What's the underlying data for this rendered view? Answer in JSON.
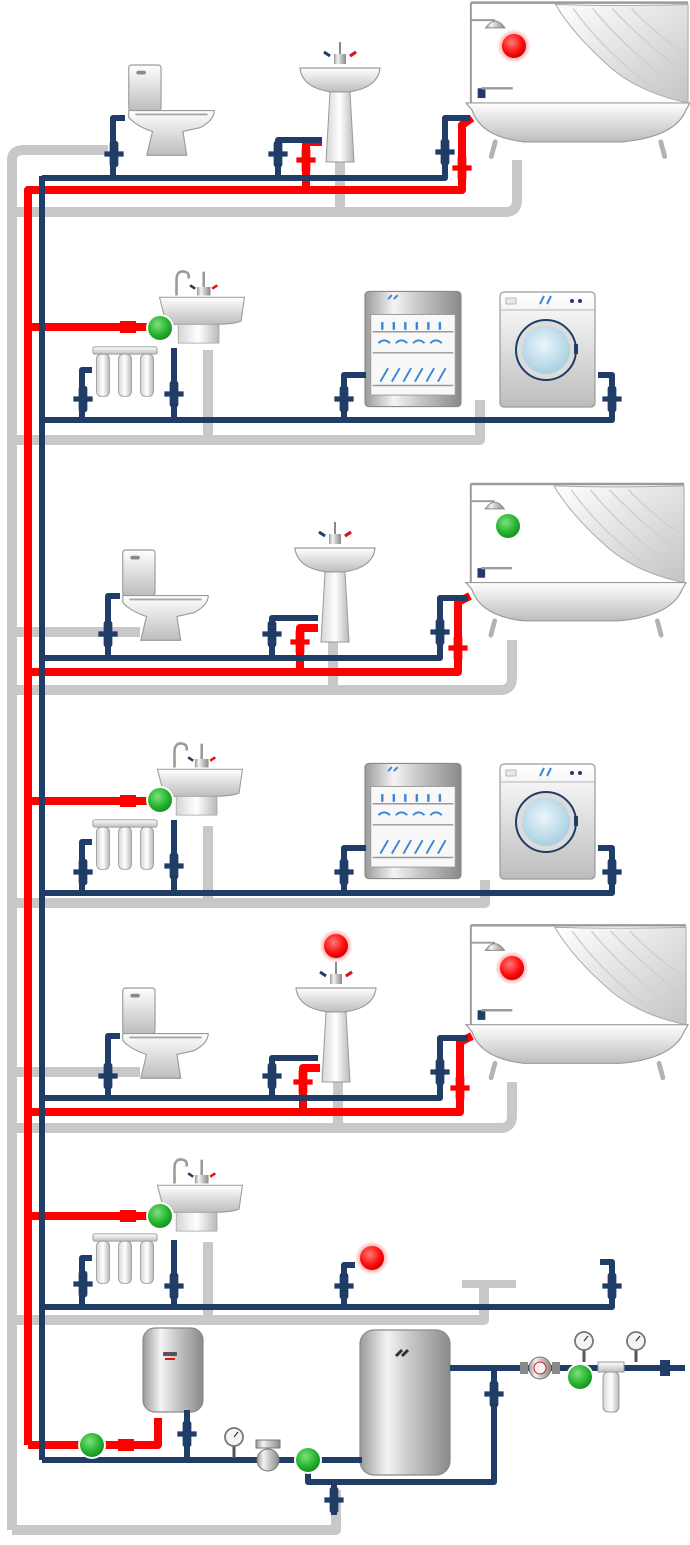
{
  "colors": {
    "cold_water": "#1f3d66",
    "hot_water": "#ff0000",
    "drain": "#c8c8c8",
    "sensor_ok": "#2ebd3a",
    "sensor_alarm": "#ff1a1a",
    "fixture_light": "#f2f2f2",
    "fixture_dark": "#b3b3b3",
    "accent": "#1a66cc"
  },
  "legend": [],
  "floors": [
    {
      "id": "floor-1",
      "room": "bathroom",
      "fixtures": [
        "toilet",
        "washbasin",
        "bathtub"
      ],
      "sensors": [
        {
          "location": "bathtub",
          "state": "alarm"
        }
      ]
    },
    {
      "id": "floor-2",
      "room": "kitchen",
      "fixtures": [
        "kitchen-sink",
        "filter",
        "dishwasher",
        "washing-machine"
      ],
      "sensors": [
        {
          "location": "kitchen-sink",
          "state": "ok"
        }
      ]
    },
    {
      "id": "floor-3",
      "room": "bathroom",
      "fixtures": [
        "toilet",
        "washbasin",
        "bathtub"
      ],
      "sensors": [
        {
          "location": "bathtub",
          "state": "ok"
        }
      ]
    },
    {
      "id": "floor-4",
      "room": "kitchen",
      "fixtures": [
        "kitchen-sink",
        "filter",
        "dishwasher",
        "washing-machine"
      ],
      "sensors": [
        {
          "location": "kitchen-sink",
          "state": "ok"
        }
      ]
    },
    {
      "id": "floor-5",
      "room": "bathroom",
      "fixtures": [
        "toilet",
        "washbasin",
        "bathtub"
      ],
      "sensors": [
        {
          "location": "washbasin",
          "state": "alarm"
        },
        {
          "location": "bathtub",
          "state": "alarm"
        }
      ]
    },
    {
      "id": "floor-6",
      "room": "kitchen",
      "fixtures": [
        "kitchen-sink",
        "filter"
      ],
      "sensors": [
        {
          "location": "kitchen-sink",
          "state": "ok"
        },
        {
          "location": "floor",
          "state": "alarm"
        }
      ]
    },
    {
      "id": "basement",
      "room": "boiler-room",
      "fixtures": [
        "water-heater",
        "boiler",
        "pump",
        "water-meter",
        "main-filter"
      ],
      "sensors": [
        {
          "location": "water-heater",
          "state": "ok"
        },
        {
          "location": "pump",
          "state": "ok"
        },
        {
          "location": "water-inlet",
          "state": "ok"
        }
      ]
    }
  ]
}
